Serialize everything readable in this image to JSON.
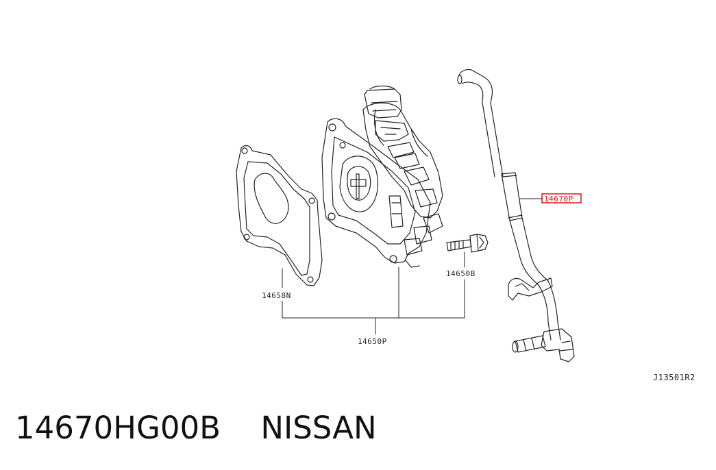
{
  "diagram": {
    "callouts": {
      "hose": "14670P",
      "gasket": "14658N",
      "bolt": "14650B",
      "pump_assembly": "14650P"
    },
    "ref_code": "J13501R2",
    "highlight_color": "#e00000"
  },
  "caption": {
    "part_number": "14670HG00B",
    "brand": "NISSAN"
  }
}
